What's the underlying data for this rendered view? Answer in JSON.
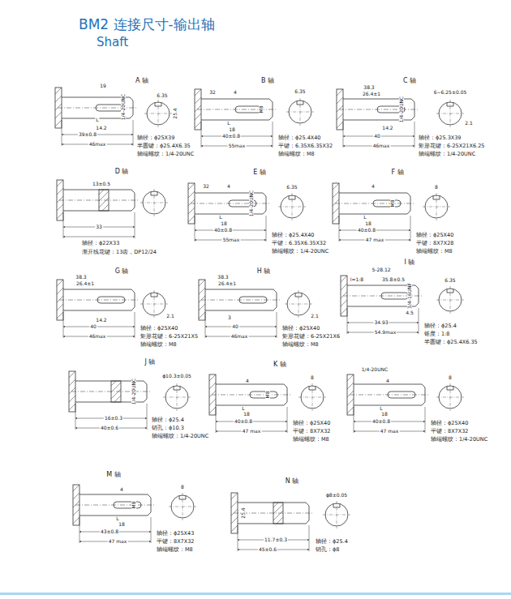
{
  "diagram": {
    "title": "BM2 连接尺寸-输出轴",
    "labels": [
      "Shaft",
      "A 轴",
      "19",
      "1/4-20UNC",
      "6.35",
      "25.4",
      "L",
      "14.2",
      "39±0.8",
      "46max",
      "轴径：ϕ25X39",
      "半圆键：ϕ25.4X6.35",
      "轴端螺纹：1/4-20UNC",
      "B 轴",
      "32",
      "4",
      "M8",
      "6.35",
      "L",
      "18",
      "40±0.8",
      "55max",
      "轴径：ϕ25.4X40",
      "平键：6.35X6.35X32",
      "轴端螺纹：M8",
      "C 轴",
      "38.3",
      "26.4±1",
      "1/4-20UNC",
      "6~6.25±0.05",
      "2.1",
      "14.2",
      "40",
      "46max",
      "轴径：ϕ25.3X39",
      "矩形花键：6-25X21X6.25",
      "轴端螺纹：1/4-20UNC",
      "D 轴",
      "13±0.5",
      "33",
      "轴径：ϕ22X33",
      "渐开线花键：13齿，DP12/24",
      "E 轴",
      "32",
      "4",
      "1/4-20UNC",
      "6.35",
      "L",
      "18",
      "40±0.8",
      "55max",
      "轴径：ϕ25.4X40",
      "平键：6.35X6.35X32",
      "轴端螺纹：1/4-20UNC",
      "F 轴",
      "4",
      "M8",
      "8",
      "L",
      "18",
      "40±0.8",
      "47 max",
      "轴径：ϕ25X40",
      "平键：8X7X28",
      "轴端螺纹：M8",
      "G 轴",
      "38.3",
      "26.4±1",
      "2.1",
      "14.2",
      "40",
      "46max",
      "轴径：ϕ25X40",
      "矩形花键：6-25X21X5",
      "轴端螺纹：M8",
      "H 轴",
      "38.3",
      "26.4±1",
      "2.1",
      "3",
      "40",
      "46max",
      "轴径：ϕ25X40",
      "矩形花键：6-25X21X6",
      "轴端螺纹：M8",
      "I 轴",
      "5-28.12",
      "l=1:8",
      "35.8±0.5",
      "3/4-16UNF",
      "6.35",
      "4.5",
      "34.93",
      "54.9max",
      "轴径：ϕ25.4",
      "锥度：1:8",
      "半圆键：ϕ25.4X6.35",
      "J 轴",
      "1/4-20UNC",
      "ϕ10.3±0.05",
      "16±0.3",
      "40±0.6",
      "轴径：ϕ25.4",
      "销孔：ϕ10.3",
      "轴端螺纹：1/4-20UNC",
      "K 轴",
      "4",
      "M8",
      "8",
      "L",
      "18",
      "40±0.8",
      "47 max",
      "轴径：ϕ25X40",
      "平键：8X7X32",
      "轴端螺纹：M8",
      "1/4-20UNC",
      "4",
      "L",
      "18",
      "40±0.8",
      "47 max",
      "8",
      "轴径：ϕ25X40",
      "平键：8X7X32",
      "轴端螺纹：1/4-20UNC",
      "M 轴",
      "4",
      "M8",
      "8",
      "L",
      "18",
      "43±0.8",
      "47 max",
      "轴径：ϕ25X43",
      "平键：8X7X32",
      "轴端螺纹：M8",
      "N 轴",
      "ϕ8±0.05",
      "25.4",
      "11.7±0.3",
      "45±0.6",
      "轴径：ϕ25.4",
      "销孔：ϕ8"
    ]
  }
}
